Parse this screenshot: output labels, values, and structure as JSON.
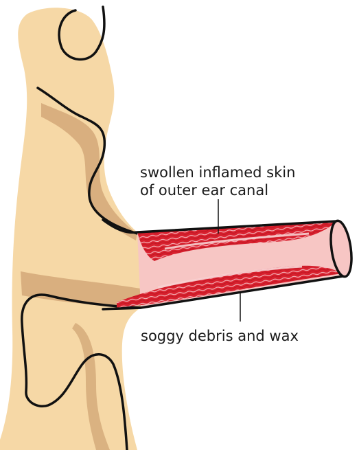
{
  "labels": {
    "swollen_line1": "swollen inflamed skin",
    "swollen_line2": "of outer ear canal",
    "debris": "soggy debris and wax"
  },
  "colors": {
    "skin": "#f6d8a6",
    "skin_shadow": "#cfa272",
    "inflamed_red": "#d8202e",
    "inflamed_light": "#f2a3aa",
    "canal_inner": "#f7c6c4",
    "outline": "#111111"
  }
}
